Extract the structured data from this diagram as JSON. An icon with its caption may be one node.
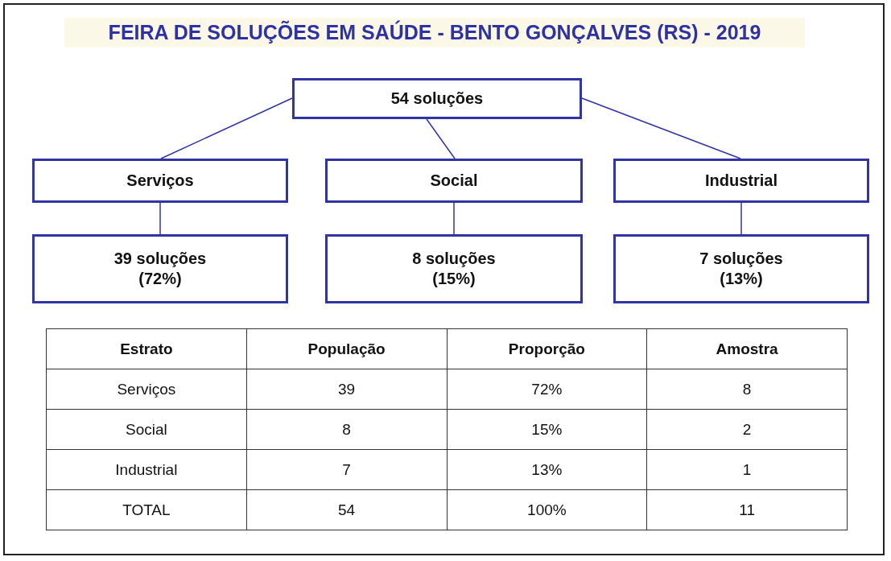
{
  "diagram": {
    "title": "FEIRA DE SOLUÇÕES EM SAÚDE - BENTO GONÇALVES (RS) - 2019",
    "nodes": [
      {
        "text": [
          "54 soluções"
        ]
      },
      {
        "text": [
          "Serviços"
        ]
      },
      {
        "text": [
          "Social"
        ]
      },
      {
        "text": [
          "Industrial"
        ]
      },
      {
        "text": [
          "39 soluções",
          "(72%)"
        ]
      },
      {
        "text": [
          "8 soluções",
          "(15%)"
        ]
      },
      {
        "text": [
          "7 soluções",
          "(13%)"
        ]
      }
    ],
    "edges": [
      {
        "from": 0,
        "to": 1,
        "arrow": "none"
      },
      {
        "from": 0,
        "to": 2,
        "arrow": "none"
      },
      {
        "from": 0,
        "to": 3,
        "arrow": "none"
      },
      {
        "from": 1,
        "to": 4,
        "arrow": "none"
      },
      {
        "from": 2,
        "to": 5,
        "arrow": "none"
      },
      {
        "from": 3,
        "to": 6,
        "arrow": "none"
      }
    ],
    "labels": [
      "Estrato",
      "População",
      "Proporção",
      "Amostra",
      "Serviços",
      "39",
      "72%",
      "8",
      "Social",
      "8",
      "15%",
      "2",
      "Industrial",
      "7",
      "13%",
      "1",
      "TOTAL",
      "54",
      "100%",
      "11"
    ]
  }
}
